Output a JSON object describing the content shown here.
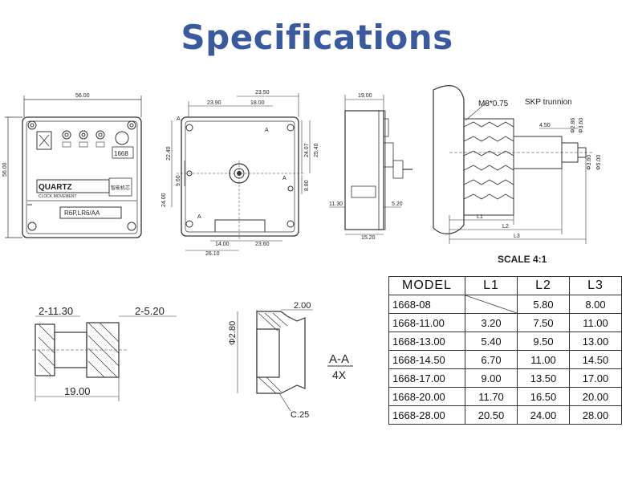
{
  "page": {
    "title": "Specifications",
    "scale_label": "SCALE 4:1"
  },
  "front_view": {
    "dims": {
      "width": "56.00",
      "height": "56.00"
    },
    "labels": {
      "brand": "QUARTZ",
      "subtext": "CLOCK MOVEMENT",
      "model_tag": "1668",
      "battery": "R6P,LR6/AA",
      "cn_text": "智能机芯"
    }
  },
  "back_view": {
    "dims": {
      "d1": "23.50",
      "d2": "23.90",
      "d3": "18.00",
      "d4": "22.40",
      "d5": "24.07",
      "d6": "25.40",
      "d7": "24.00",
      "d8": "9.60",
      "d9": "8.80",
      "d10": "14.00",
      "d11": "23.60",
      "d12": "26.10"
    },
    "section_mark": "A"
  },
  "side_view": {
    "dims": {
      "width": "19.00",
      "left": "11.30",
      "right": "5.20",
      "bottom": "15.20"
    }
  },
  "shaft_view": {
    "thread": "M8*0.75",
    "trunnion": "SKP trunnion",
    "dims": {
      "d1": "4.50",
      "phi1": "Φ2.86",
      "phi2": "Φ3.60",
      "phi3": "Φ3.60",
      "phi4": "Φ5.00"
    },
    "lengths": {
      "l1": "L1",
      "l2": "L2",
      "l3": "L3"
    }
  },
  "section_views": {
    "pin_dims": {
      "a": "2-11.30",
      "b": "2-5.20",
      "c": "19.00"
    },
    "hole_dims": {
      "dia": "Φ2.80",
      "depth": "2.00",
      "chamfer": "C.25"
    },
    "aa_label": "A-A",
    "aa_scale": "4X"
  },
  "spec_table": {
    "headers": [
      "MODEL",
      "L1",
      "L2",
      "L3"
    ],
    "rows": [
      {
        "model": "1668-08",
        "l1": "",
        "l2": "5.80",
        "l3": "8.00"
      },
      {
        "model": "1668-11.00",
        "l1": "3.20",
        "l2": "7.50",
        "l3": "11.00"
      },
      {
        "model": "1668-13.00",
        "l1": "5.40",
        "l2": "9.50",
        "l3": "13.00"
      },
      {
        "model": "1668-14.50",
        "l1": "6.70",
        "l2": "11.00",
        "l3": "14.50"
      },
      {
        "model": "1668-17.00",
        "l1": "9.00",
        "l2": "13.50",
        "l3": "17.00"
      },
      {
        "model": "1668-20.00",
        "l1": "11.70",
        "l2": "16.50",
        "l3": "20.00"
      },
      {
        "model": "1668-28.00",
        "l1": "20.50",
        "l2": "24.00",
        "l3": "28.00"
      }
    ]
  }
}
